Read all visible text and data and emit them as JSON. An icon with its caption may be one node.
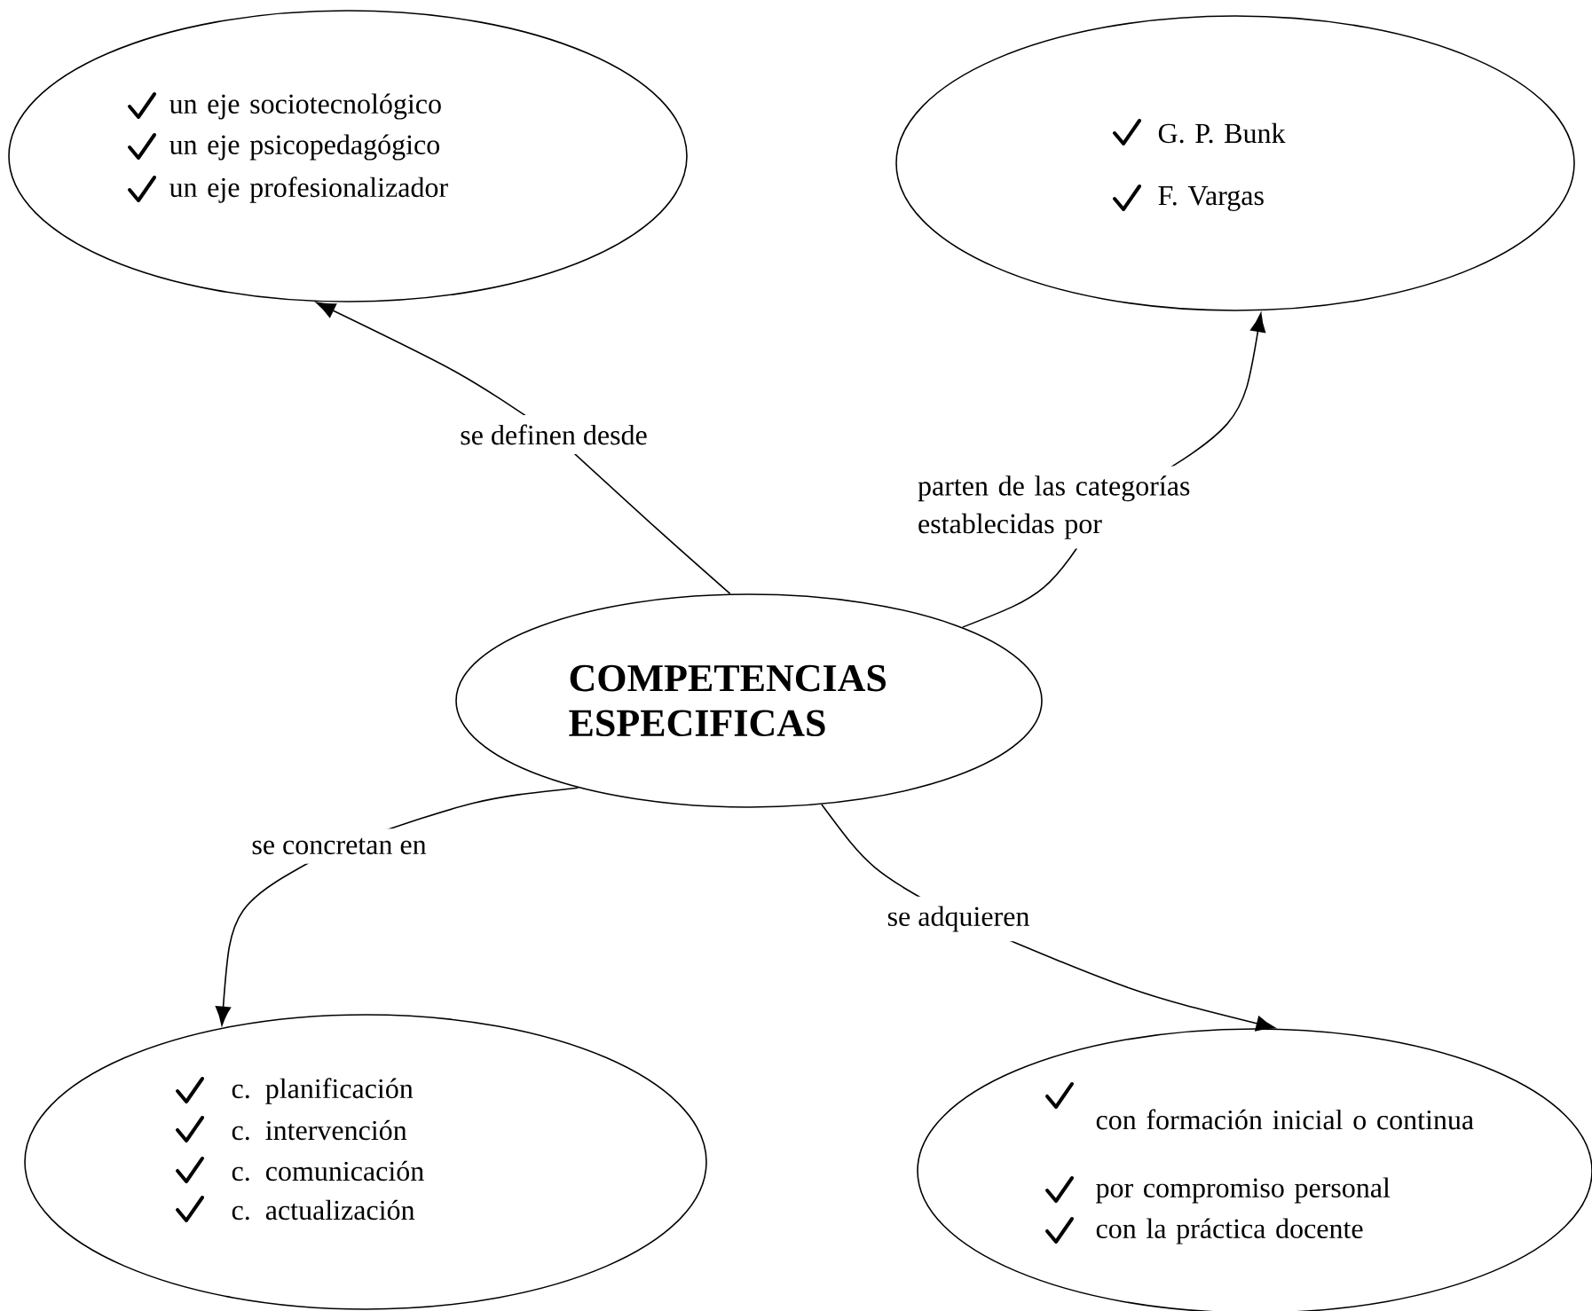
{
  "diagram": {
    "nodes": [
      {
        "text": [
          "COMPETENCIAS ESPECIFICAS"
        ]
      },
      {
        "text": [
          "un eje sociotecnológico",
          "un eje psicopedagógico",
          "un eje profesionalizador"
        ]
      },
      {
        "text": [
          "G. P. Bunk",
          "F. Vargas"
        ]
      },
      {
        "text": [
          "c. planificación",
          "c. intervención",
          "c. comunicación",
          "c. actualización"
        ]
      },
      {
        "text": [
          "con formación inicial o continua",
          "por compromiso personal",
          "con la práctica docente"
        ]
      }
    ],
    "edges": [
      {
        "from": 0,
        "to": 1,
        "arrow": "to",
        "label": "se definen desde"
      },
      {
        "from": 0,
        "to": 2,
        "arrow": "to",
        "label": "parten de las categorías establecidas por"
      },
      {
        "from": 0,
        "to": 3,
        "arrow": "to",
        "label": "se concretan en"
      },
      {
        "from": 0,
        "to": 4,
        "arrow": "to",
        "label": "se adquieren"
      }
    ]
  }
}
